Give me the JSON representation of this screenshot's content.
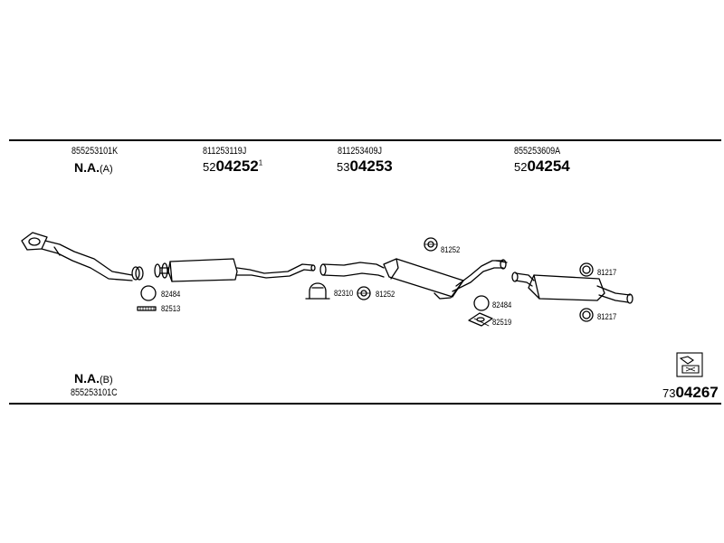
{
  "header_items": [
    {
      "oe": "855253101K",
      "na": "N.A.",
      "na_suffix": "(A)"
    },
    {
      "oe": "811253119J",
      "prefix": "52",
      "number": "04252",
      "superscript": "1"
    },
    {
      "oe": "811253409J",
      "prefix": "53",
      "number": "04253"
    },
    {
      "oe": "855253609A",
      "prefix": "52",
      "number": "04254"
    }
  ],
  "bottom_left": {
    "na": "N.A.",
    "na_suffix": "(B)",
    "oe": "855253101C"
  },
  "bottom_right": {
    "prefix": "73",
    "number": "04267"
  },
  "part_refs": {
    "r82484a": "82484",
    "r82513": "82513",
    "r82310": "82310",
    "r81252a": "81252",
    "r81252b": "81252",
    "r82484b": "82484",
    "r82519": "82519",
    "r81217a": "81217",
    "r81217b": "81217"
  }
}
